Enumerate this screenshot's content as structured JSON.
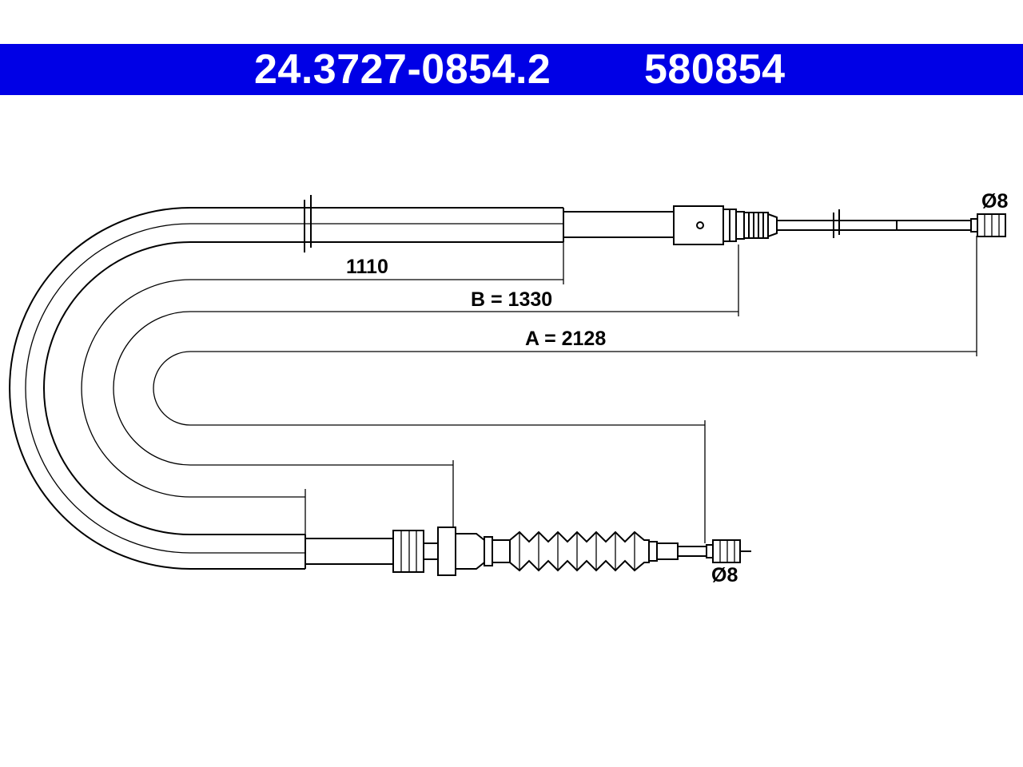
{
  "header": {
    "part_number": "24.3727-0854.2",
    "alt_number": "580854",
    "background": "#0000e6",
    "text_color": "#ffffff"
  },
  "dimensions": {
    "d1": "1110",
    "d2": "B = 1330",
    "d3": "A = 2128",
    "end_top": "Ø8",
    "end_bottom": "Ø8"
  }
}
